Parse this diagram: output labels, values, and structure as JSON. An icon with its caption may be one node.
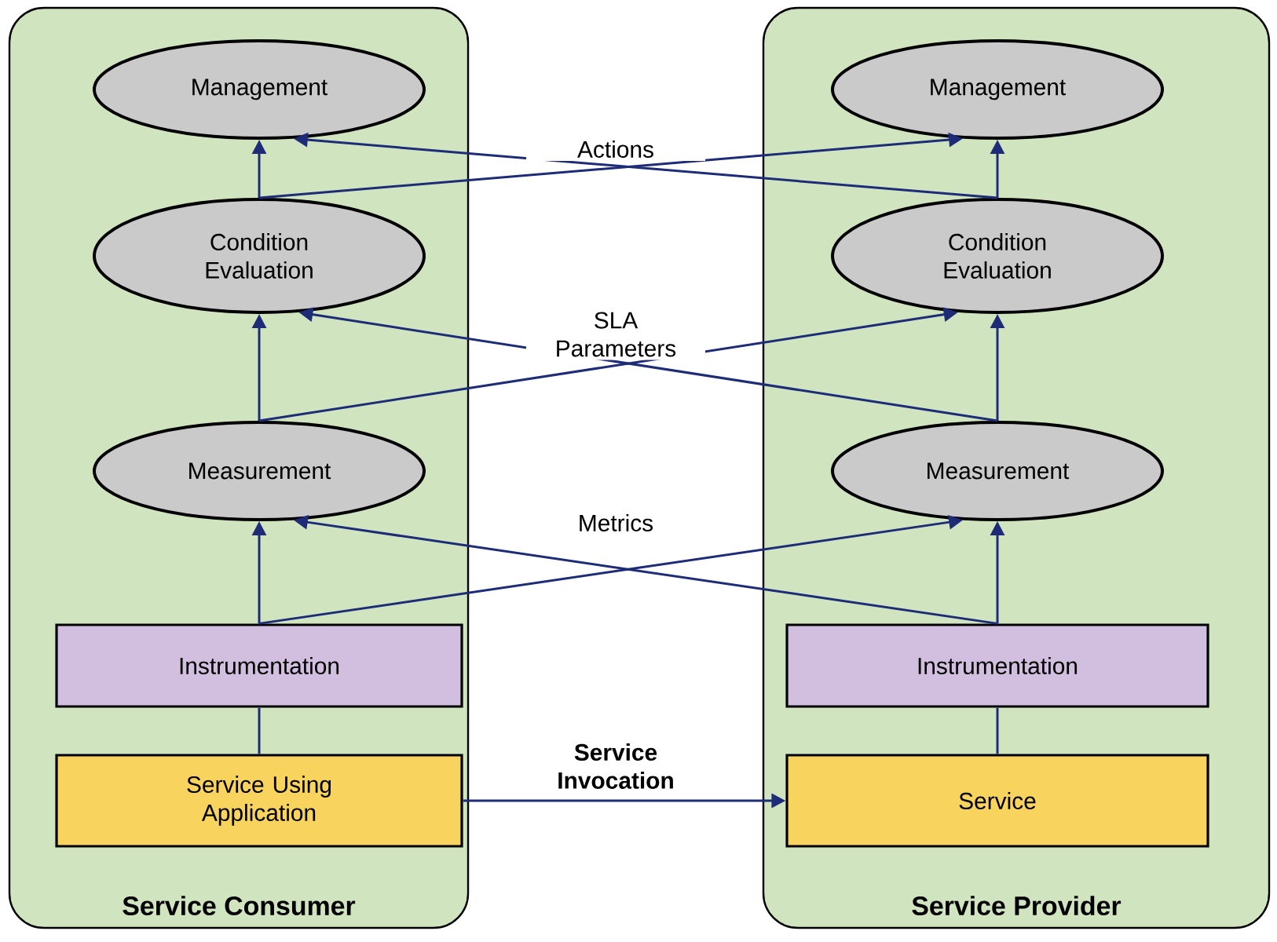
{
  "diagram": {
    "nodes": [
      {
        "text": [
          "Service Consumer"
        ]
      },
      {
        "text": [
          "Management"
        ],
        "in": 0
      },
      {
        "text": [
          "Condition Evaluation"
        ],
        "in": 0
      },
      {
        "text": [
          "Measurement"
        ],
        "in": 0
      },
      {
        "text": [
          "Instrumentation"
        ],
        "in": 0
      },
      {
        "text": [
          "Service Using Application"
        ],
        "in": 0
      },
      {
        "text": [
          "Service Provider"
        ]
      },
      {
        "text": [
          "Management"
        ],
        "in": 6
      },
      {
        "text": [
          "Condition Evaluation"
        ],
        "in": 6
      },
      {
        "text": [
          "Measurement"
        ],
        "in": 6
      },
      {
        "text": [
          "Instrumentation"
        ],
        "in": 6
      },
      {
        "text": [
          "Service"
        ],
        "in": 6
      }
    ],
    "edges": [
      {
        "from": 2,
        "to": 1,
        "arrow": "to"
      },
      {
        "from": 3,
        "to": 2,
        "arrow": "to"
      },
      {
        "from": 4,
        "to": 3,
        "arrow": "to"
      },
      {
        "from": 5,
        "to": 4,
        "arrow": "none"
      },
      {
        "from": 8,
        "to": 7,
        "arrow": "to"
      },
      {
        "from": 9,
        "to": 8,
        "arrow": "to"
      },
      {
        "from": 10,
        "to": 9,
        "arrow": "to"
      },
      {
        "from": 11,
        "to": 10,
        "arrow": "none"
      },
      {
        "from": 2,
        "to": 7,
        "arrow": "to",
        "label": "Actions"
      },
      {
        "from": 8,
        "to": 1,
        "arrow": "to"
      },
      {
        "from": 3,
        "to": 8,
        "arrow": "to",
        "label": "SLA Parameters"
      },
      {
        "from": 9,
        "to": 2,
        "arrow": "to"
      },
      {
        "from": 4,
        "to": 9,
        "arrow": "to",
        "label": "Metrics"
      },
      {
        "from": 10,
        "to": 3,
        "arrow": "to"
      },
      {
        "from": 5,
        "to": 11,
        "arrow": "to",
        "label": "Service Invocation"
      }
    ]
  }
}
